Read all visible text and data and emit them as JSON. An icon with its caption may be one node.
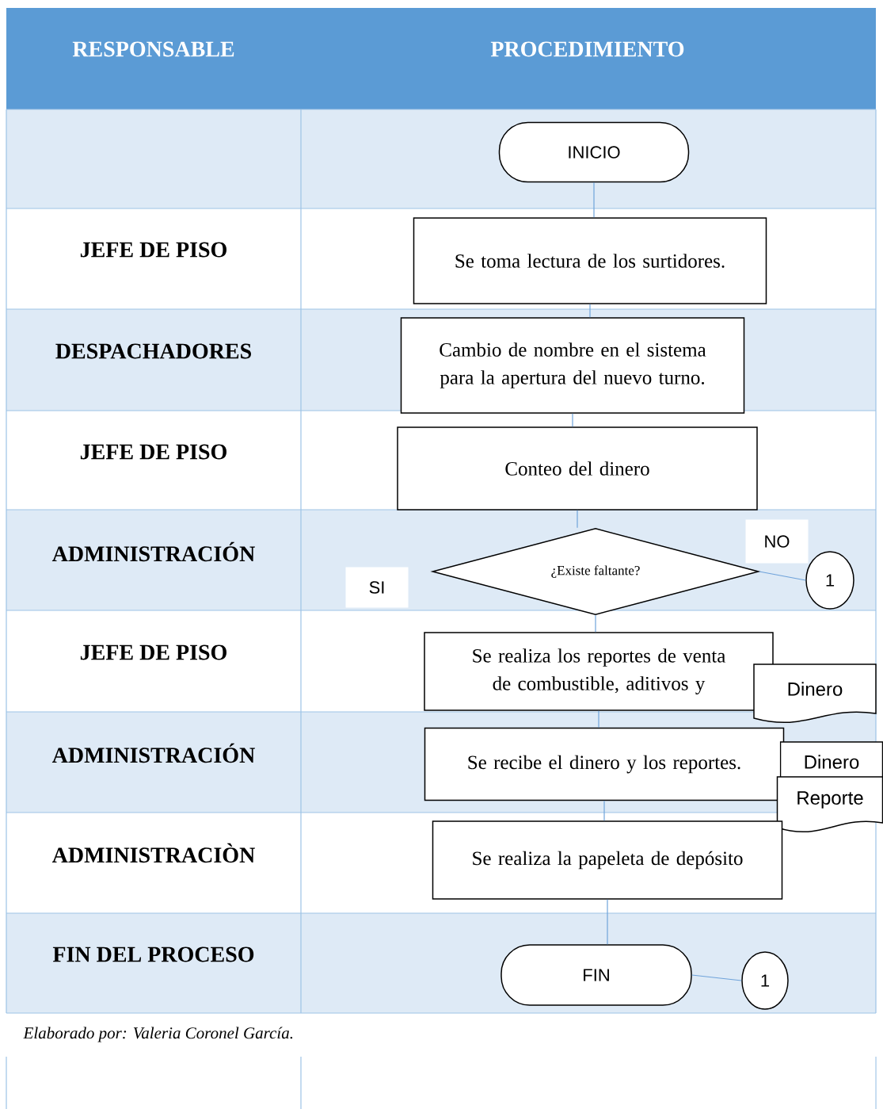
{
  "diagram": {
    "caption": "Elaborado  por: Valeria Coronel García.",
    "nodes": [
      {
        "text": [
          "INICIO"
        ]
      },
      {
        "text": [
          "Se toma lectura de los surtidores."
        ]
      },
      {
        "text": [
          "Cambio de nombre en el sistema para la apertura del nuevo turno."
        ]
      },
      {
        "text": [
          "Conteo del dinero"
        ]
      },
      {
        "text": [
          "¿Existe faltante?"
        ]
      },
      {
        "text": [
          "1"
        ]
      },
      {
        "text": [
          "Se realiza los reportes de venta de combustible, aditivos y"
        ]
      },
      {
        "text": [
          "Dinero"
        ]
      },
      {
        "text": [
          "Se recibe el dinero y los reportes."
        ]
      },
      {
        "text": [
          "Dinero"
        ]
      },
      {
        "text": [
          "Reporte"
        ]
      },
      {
        "text": [
          "Se realiza la papeleta de depósito"
        ]
      },
      {
        "text": [
          "FIN"
        ]
      },
      {
        "text": [
          "1"
        ]
      }
    ],
    "edges": [
      {
        "from": 0,
        "to": 1,
        "arrow": "none"
      },
      {
        "from": 1,
        "to": 2,
        "arrow": "none"
      },
      {
        "from": 2,
        "to": 3,
        "arrow": "none"
      },
      {
        "from": 3,
        "to": 4,
        "arrow": "none"
      },
      {
        "from": 4,
        "to": 5,
        "arrow": "none",
        "label": "NO"
      },
      {
        "from": 4,
        "to": 6,
        "arrow": "none"
      },
      {
        "from": 6,
        "to": 8,
        "arrow": "none"
      },
      {
        "from": 8,
        "to": 11,
        "arrow": "none"
      },
      {
        "from": 11,
        "to": 12,
        "arrow": "none"
      },
      {
        "from": 12,
        "to": 13,
        "arrow": "none"
      }
    ],
    "labels": [
      "RESPONSABLE",
      "PROCEDIMIENTO",
      "JEFE DE PISO",
      "DESPACHADORES",
      "JEFE DE PISO",
      "ADMINISTRACIÓN",
      "SI",
      "JEFE DE PISO",
      "ADMINISTRACIÓN",
      "ADMINISTRACIÒN",
      "FIN DEL PROCESO"
    ]
  }
}
